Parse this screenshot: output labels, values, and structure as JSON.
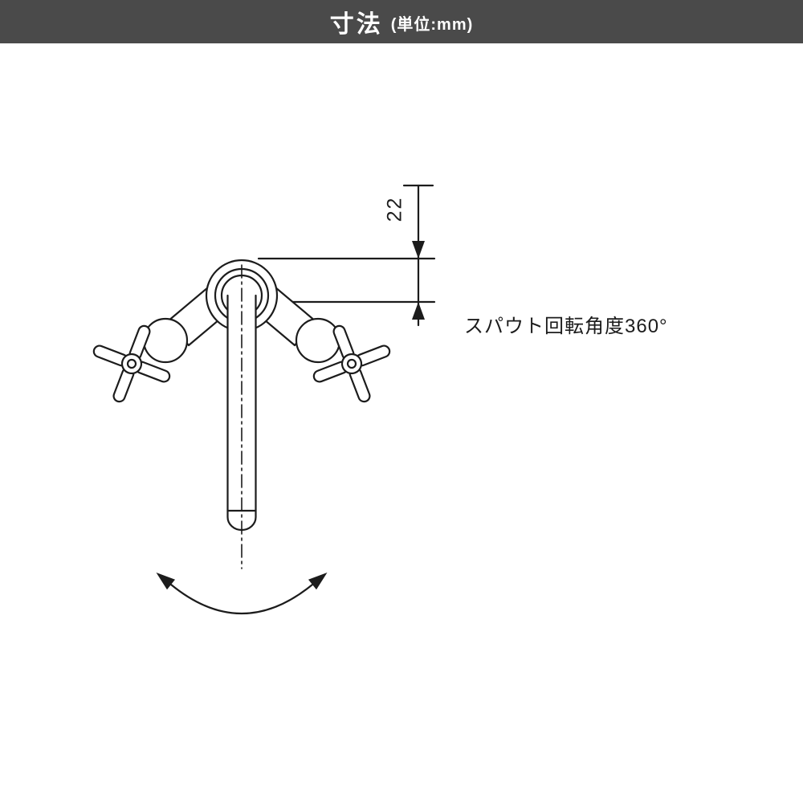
{
  "header": {
    "title": "寸法",
    "unit_label": "(単位:mm)",
    "background_color": "#4a4a4a",
    "text_color": "#ffffff"
  },
  "diagram": {
    "type": "faucet-dimension-drawing",
    "dimension_value": "22",
    "annotation": "スパウト回転角度360°",
    "line_color": "#1c1c1c",
    "background_color": "#ffffff"
  }
}
